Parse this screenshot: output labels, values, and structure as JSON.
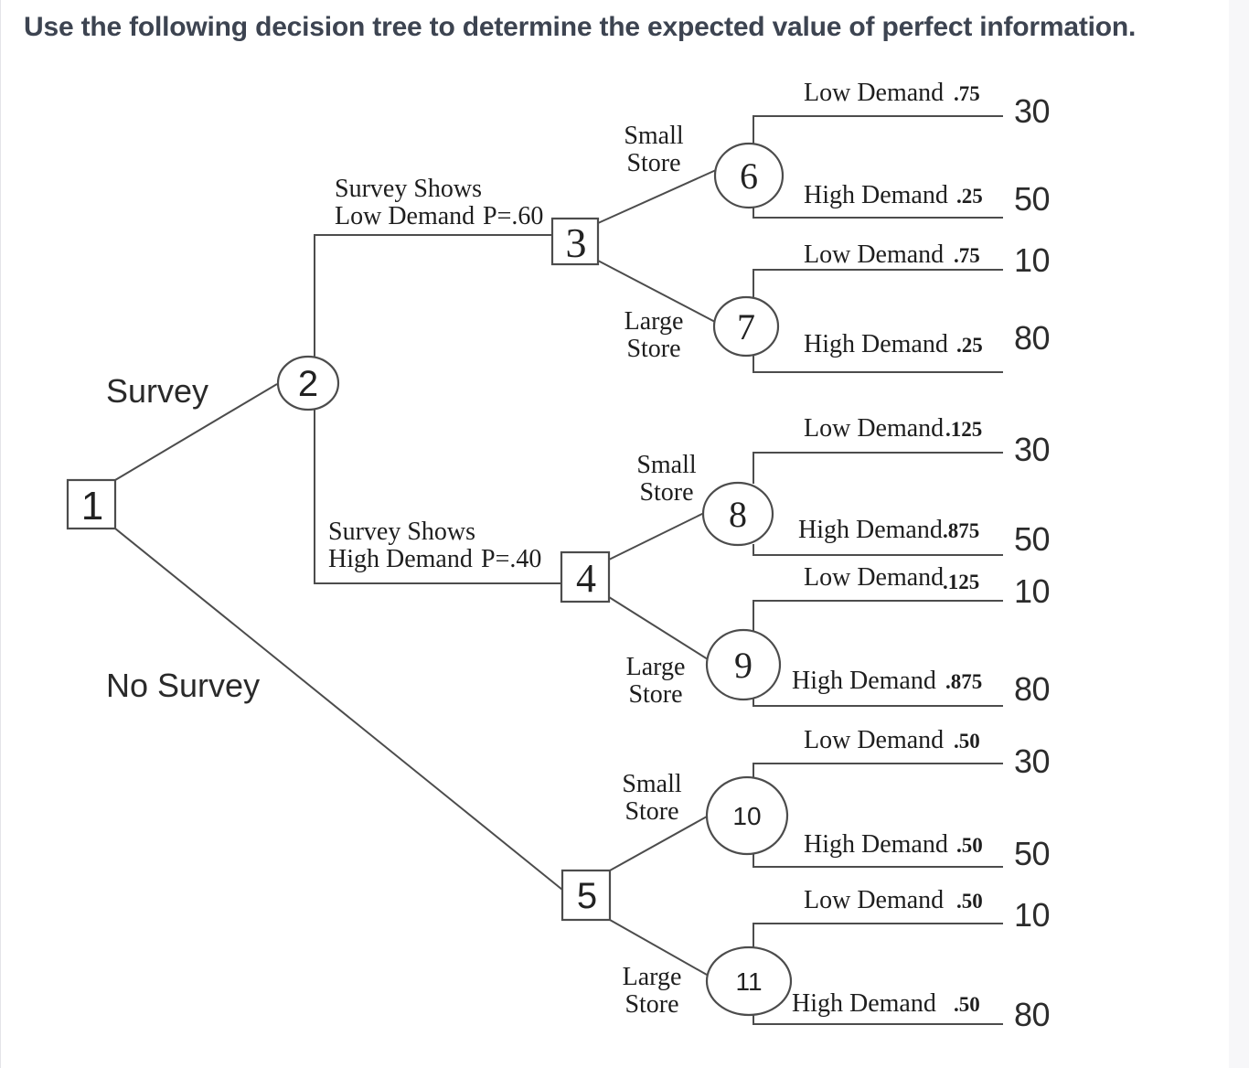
{
  "title": "Use the following decision tree to determine the expected value of perfect information.",
  "nodes": {
    "n1": "1",
    "n2": "2",
    "n3": "3",
    "n4": "4",
    "n5": "5",
    "n6": "6",
    "n7": "7",
    "n8": "8",
    "n9": "9",
    "n10": "10",
    "n11": "11"
  },
  "decision_branches": {
    "survey": "Survey",
    "no_survey": "No Survey"
  },
  "survey_outcomes": {
    "low": {
      "line1": "Survey Shows",
      "line2": "Low Demand",
      "prob": "P=.60"
    },
    "high": {
      "line1": "Survey Shows",
      "line2": "High Demand",
      "prob": "P=.40"
    }
  },
  "store_branches": {
    "after_low_survey": {
      "small": {
        "line1": "Small",
        "line2": "Store"
      },
      "large": {
        "line1": "Large",
        "line2": "Store"
      }
    },
    "after_high_survey": {
      "small": {
        "line1": "Small",
        "line2": "Store"
      },
      "large": {
        "line1": "Large",
        "line2": "Store"
      }
    },
    "no_survey": {
      "small": {
        "line1": "Small",
        "line2": "Store"
      },
      "large": {
        "line1": "Large",
        "line2": "Store"
      }
    }
  },
  "chance_branches": [
    {
      "chance_node": "6",
      "label": "Low Demand",
      "prob": ".75",
      "payoff": "30"
    },
    {
      "chance_node": "6",
      "label": "High Demand",
      "prob": ".25",
      "payoff": "50"
    },
    {
      "chance_node": "7",
      "label": "Low Demand",
      "prob": ".75",
      "payoff": "10"
    },
    {
      "chance_node": "7",
      "label": "High Demand",
      "prob": ".25",
      "payoff": "80"
    },
    {
      "chance_node": "8",
      "label": "Low Demand",
      "prob": ".125",
      "payoff": "30"
    },
    {
      "chance_node": "8",
      "label": "High Demand",
      "prob": ".875",
      "payoff": "50"
    },
    {
      "chance_node": "9",
      "label": "Low Demand",
      "prob": ".125",
      "payoff": "10"
    },
    {
      "chance_node": "9",
      "label": "High Demand",
      "prob": ".875",
      "payoff": "80"
    },
    {
      "chance_node": "10",
      "label": "Low Demand",
      "prob": ".50",
      "payoff": "30"
    },
    {
      "chance_node": "10",
      "label": "High Demand",
      "prob": ".50",
      "payoff": "50"
    },
    {
      "chance_node": "11",
      "label": "Low Demand",
      "prob": ".50",
      "payoff": "10"
    },
    {
      "chance_node": "11",
      "label": "High Demand",
      "prob": ".50",
      "payoff": "80"
    }
  ]
}
